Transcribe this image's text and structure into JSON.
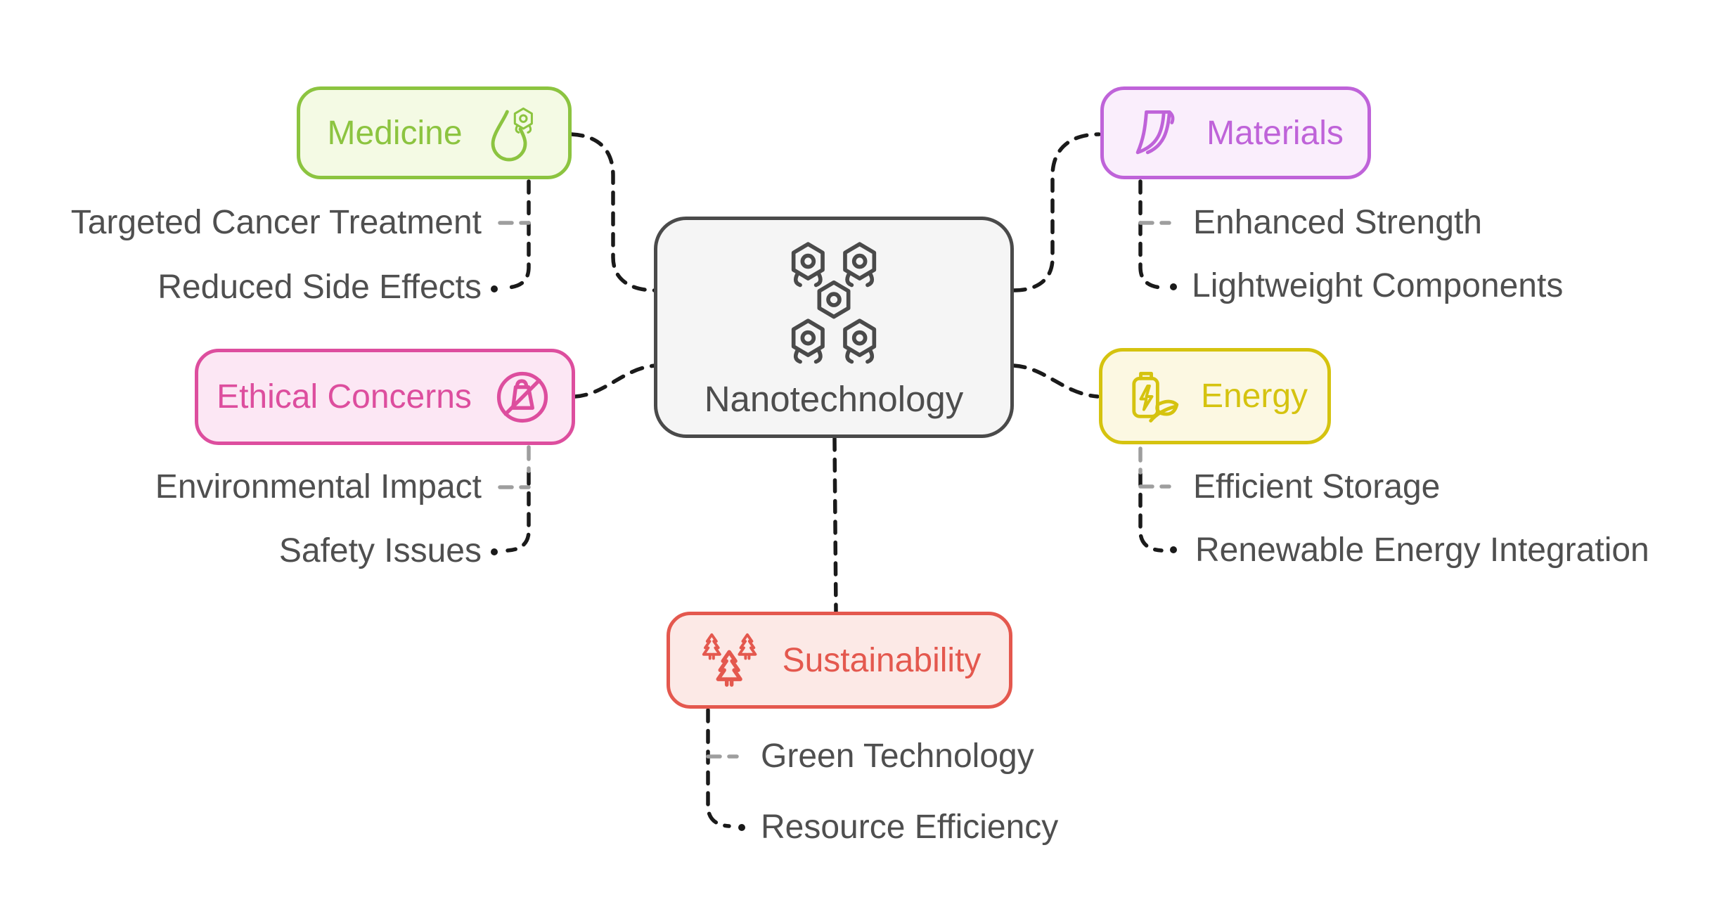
{
  "center": {
    "label": "Nanotechnology",
    "icon": "nanobots-icon"
  },
  "branches": [
    {
      "id": "medicine",
      "label": "Medicine",
      "icon": "droplet-nanobot-icon",
      "color": "#8CC440",
      "fill": "#F4FAE4",
      "items": [
        "Targeted Cancer Treatment",
        "Reduced Side Effects"
      ]
    },
    {
      "id": "materials",
      "label": "Materials",
      "icon": "layered-sheets-icon",
      "color": "#BF63D9",
      "fill": "#FAEEFC",
      "items": [
        "Enhanced Strength",
        "Lightweight Components"
      ]
    },
    {
      "id": "ethical",
      "label": "Ethical Concerns",
      "icon": "no-plastic-icon",
      "color": "#DD4E9E",
      "fill": "#FCE7F4",
      "items": [
        "Environmental Impact",
        "Safety Issues"
      ]
    },
    {
      "id": "energy",
      "label": "Energy",
      "icon": "battery-leaf-icon",
      "color": "#D5C30F",
      "fill": "#FCF8E2",
      "items": [
        "Efficient Storage",
        "Renewable Energy Integration"
      ]
    },
    {
      "id": "sustainability",
      "label": "Sustainability",
      "icon": "pine-trees-icon",
      "color": "#E4584E",
      "fill": "#FCE9E6",
      "items": [
        "Green Technology",
        "Resource Efficiency"
      ]
    }
  ],
  "connector_colors": {
    "line_black": "#1A1A1A",
    "line_gray": "#9E9E9E"
  }
}
